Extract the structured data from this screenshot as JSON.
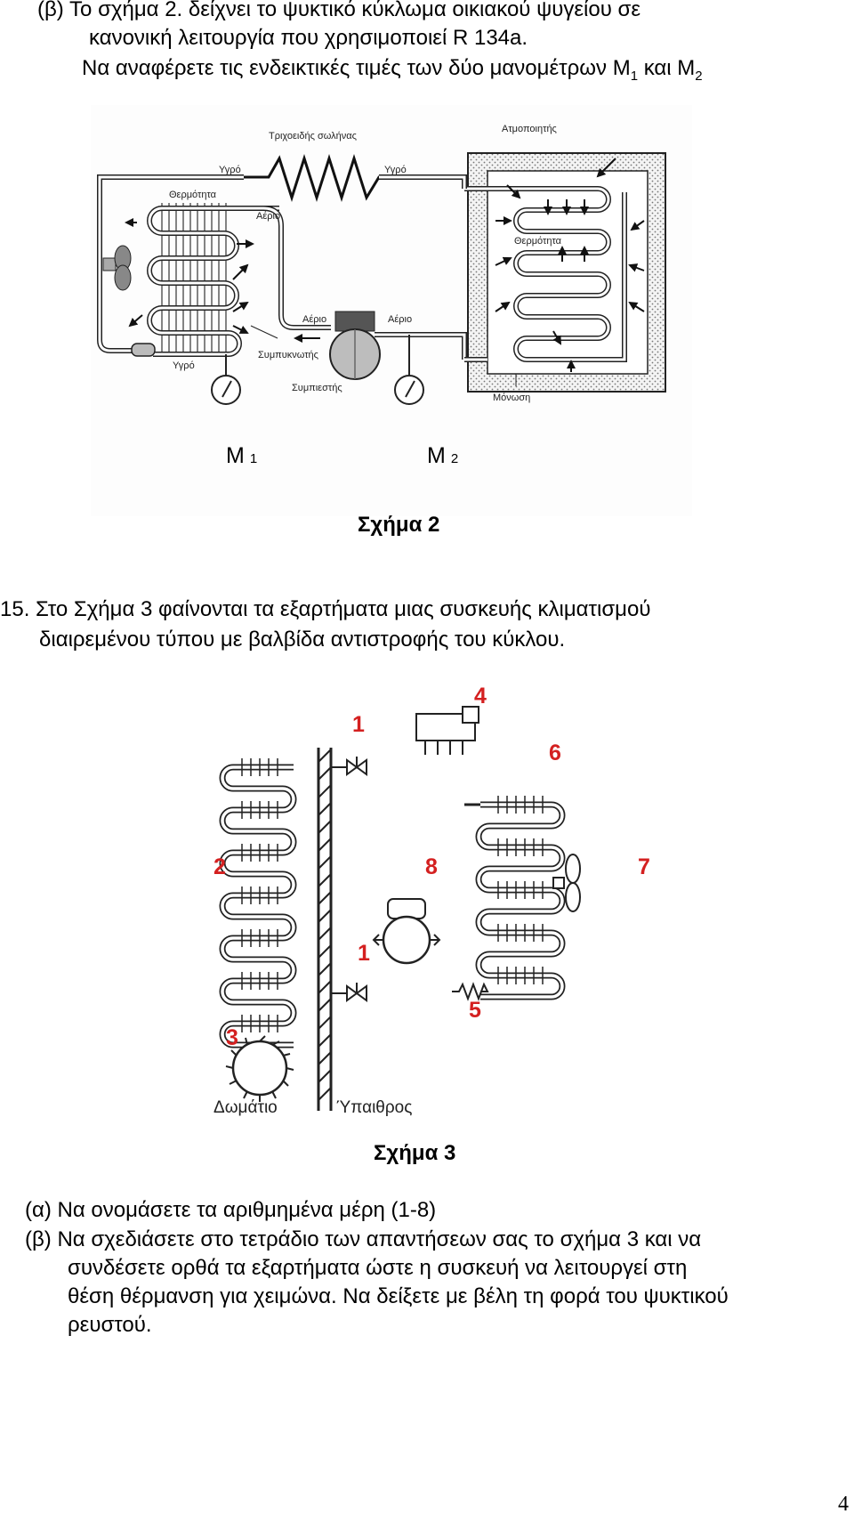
{
  "intro": {
    "line1": "(β)  Το σχήμα 2. δείχνει το ψυκτικό κύκλωμα οικιακού ψυγείου σε",
    "line2": "κανονική λειτουργία που χρησιμοποιεί R 134a.",
    "line3_pre": "Να αναφέρετε τις ενδεικτικές τιμές των δύο μανομέτρων M",
    "line3_sub1": "1",
    "line3_mid": " και M",
    "line3_sub2": "2"
  },
  "fig2": {
    "caption": "Σχήμα 2",
    "labels": {
      "capillary": "Τριχοειδής σωλήνας",
      "evaporator": "Ατμοποιητής",
      "liquid_top_left": "Υγρό",
      "liquid_top_right": "Υγρό",
      "heat_left": "Θερμότητα",
      "gas_left_top": "Αέριο",
      "heat_right": "Θερμότητα",
      "gas_mid_left": "Αέριο",
      "gas_mid_right": "Αέριο",
      "condenser": "Συμπυκνωτής",
      "liquid_bottom": "Υγρό",
      "compressor": "Συμπιεστής",
      "insulation": "Μόνωση"
    },
    "gauge1_main": "M",
    "gauge1_sub": "1",
    "gauge2_main": "M",
    "gauge2_sub": "2"
  },
  "q15": {
    "line1": "15. Στο  Σχήμα 3 φαίνονται τα εξαρτήματα μιας συσκευής κλιματισμού",
    "line2": "διαιρεμένου τύπου με βαλβίδα αντιστροφής του κύκλου."
  },
  "fig3": {
    "caption": "Σχήμα 3",
    "numbers": {
      "n1_top": "1",
      "n4": "4",
      "n6": "6",
      "n2": "2",
      "n8": "8",
      "n7": "7",
      "n1_bottom": "1",
      "n5": "5",
      "n3": "3"
    },
    "room": "Δωμάτιο",
    "outdoor": "Ύπαιθρος"
  },
  "questions": {
    "a": "(α) Να ονομάσετε τα αριθμημένα μέρη (1-8)",
    "b1": "(β) Να σχεδιάσετε στο τετράδιο των απαντήσεων σας το σχήμα 3 και να",
    "b2": "συνδέσετε ορθά τα εξαρτήματα ώστε η συσκευή να λειτουργεί  στη",
    "b3": "θέση θέρμανση για χειμώνα. Να δείξετε με βέλη τη φορά του  ψυκτικού",
    "b4": "ρευστού."
  },
  "page_number": "4"
}
